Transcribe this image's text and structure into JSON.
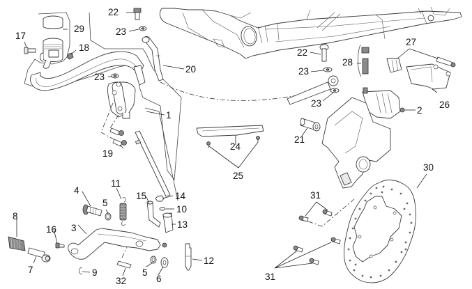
{
  "diagram": {
    "title": "Rear brake system exploded parts diagram",
    "labels": {
      "l1": "1",
      "l2": "2",
      "l3": "3",
      "l4": "4",
      "l5a": "5",
      "l5b": "5",
      "l6": "6",
      "l7": "7",
      "l8": "8",
      "l9": "9",
      "l10": "10",
      "l11": "11",
      "l12": "12",
      "l13": "13",
      "l14": "14",
      "l15": "15",
      "l16": "16",
      "l17": "17",
      "l18": "18",
      "l19": "19",
      "l20": "20",
      "l21": "21",
      "l22a": "22",
      "l22b": "22",
      "l23a": "23",
      "l23b": "23",
      "l23c": "23",
      "l23d": "23",
      "l24": "24",
      "l25": "25",
      "l26": "26",
      "l27": "27",
      "l28": "28",
      "l29": "29",
      "l30": "30",
      "l31a": "31",
      "l31b": "31",
      "l32": "32"
    }
  }
}
